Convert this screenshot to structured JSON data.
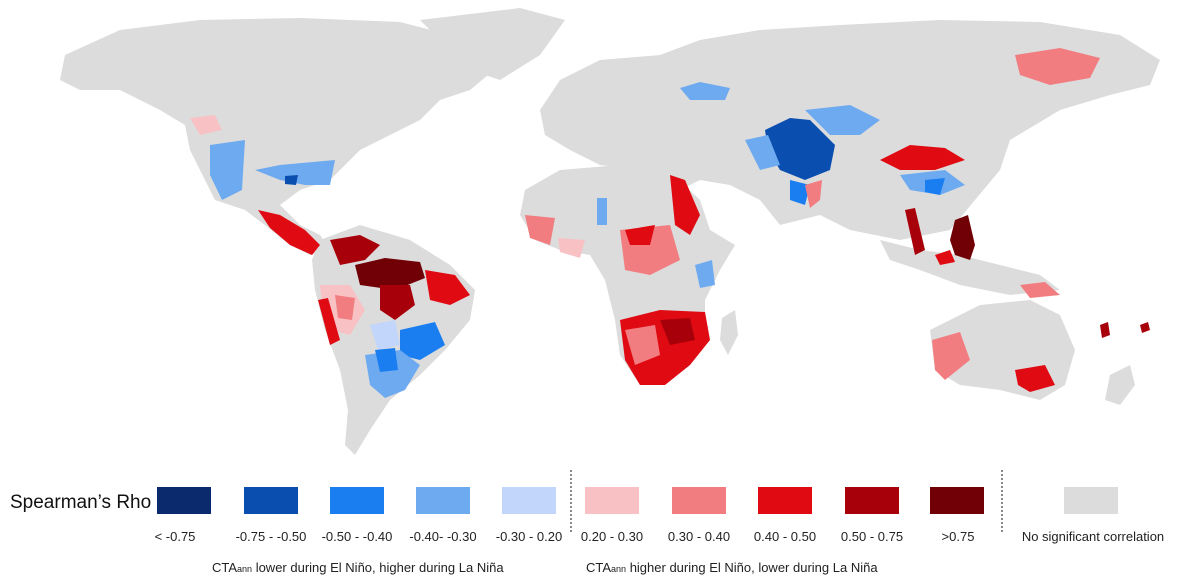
{
  "legend": {
    "title": "Spearman’s Rho",
    "items": [
      {
        "label": "< -0.75",
        "color": "#0b2a6e"
      },
      {
        "label": "-0.75 - -0.50",
        "color": "#0a4fb0"
      },
      {
        "label": "-0.50 - -0.40",
        "color": "#1a7ef0"
      },
      {
        "label": "-0.40- -0.30",
        "color": "#6eaaf0"
      },
      {
        "label": "-0.30 - 0.20",
        "color": "#c2d5fb"
      },
      {
        "label": "0.20 - 0.30",
        "color": "#f8c2c4"
      },
      {
        "label": "0.30 - 0.40",
        "color": "#f27d80"
      },
      {
        "label": "0.40 - 0.50",
        "color": "#e00a12"
      },
      {
        "label": "0.50 - 0.75",
        "color": "#a8000a"
      },
      {
        "label": ">0.75",
        "color": "#700006"
      }
    ],
    "no_correlation": {
      "label": "No significant correlation",
      "color": "#dcdcdc"
    }
  },
  "captions": {
    "negative": {
      "prefix": "CTA",
      "sub": "ann",
      "text": " lower during El Niño, higher during La Niña"
    },
    "positive": {
      "prefix": "CTA",
      "sub": "ann",
      "text": " higher during El Niño, lower during La Niña"
    }
  }
}
